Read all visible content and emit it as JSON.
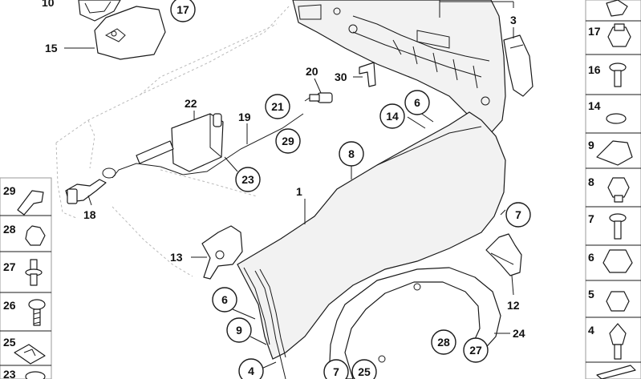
{
  "diagram": {
    "callouts_plain": [
      {
        "id": "c10",
        "text": "10"
      },
      {
        "id": "c15",
        "text": "15"
      },
      {
        "id": "c3",
        "text": "3"
      },
      {
        "id": "c20",
        "text": "20"
      },
      {
        "id": "c30",
        "text": "30"
      },
      {
        "id": "c22",
        "text": "22"
      },
      {
        "id": "c19",
        "text": "19"
      },
      {
        "id": "c18",
        "text": "18"
      },
      {
        "id": "c1",
        "text": "1"
      },
      {
        "id": "c13",
        "text": "13"
      },
      {
        "id": "c12",
        "text": "12"
      },
      {
        "id": "c24",
        "text": "24"
      }
    ],
    "callouts_circled": [
      {
        "id": "c17",
        "text": "17"
      },
      {
        "id": "c21",
        "text": "21"
      },
      {
        "id": "c29",
        "text": "29"
      },
      {
        "id": "c23",
        "text": "23"
      },
      {
        "id": "c14",
        "text": "14"
      },
      {
        "id": "c6a",
        "text": "6"
      },
      {
        "id": "c8",
        "text": "8"
      },
      {
        "id": "c7a",
        "text": "7"
      },
      {
        "id": "c6b",
        "text": "6"
      },
      {
        "id": "c9",
        "text": "9"
      },
      {
        "id": "c4",
        "text": "4"
      },
      {
        "id": "c7b",
        "text": "7"
      },
      {
        "id": "c25",
        "text": "25"
      },
      {
        "id": "c28",
        "text": "28"
      },
      {
        "id": "c27",
        "text": "27"
      }
    ],
    "left_parts": [
      {
        "id": "l29",
        "text": "29"
      },
      {
        "id": "l28",
        "text": "28"
      },
      {
        "id": "l27",
        "text": "27"
      },
      {
        "id": "l26",
        "text": "26"
      },
      {
        "id": "l25",
        "text": "25"
      },
      {
        "id": "l23",
        "text": "23"
      }
    ],
    "right_parts": [
      {
        "id": "r17",
        "text": "17"
      },
      {
        "id": "r16",
        "text": "16"
      },
      {
        "id": "r14",
        "text": "14"
      },
      {
        "id": "r9",
        "text": "9"
      },
      {
        "id": "r8",
        "text": "8"
      },
      {
        "id": "r7",
        "text": "7"
      },
      {
        "id": "r6",
        "text": "6"
      },
      {
        "id": "r5",
        "text": "5"
      },
      {
        "id": "r4",
        "text": "4"
      }
    ]
  }
}
